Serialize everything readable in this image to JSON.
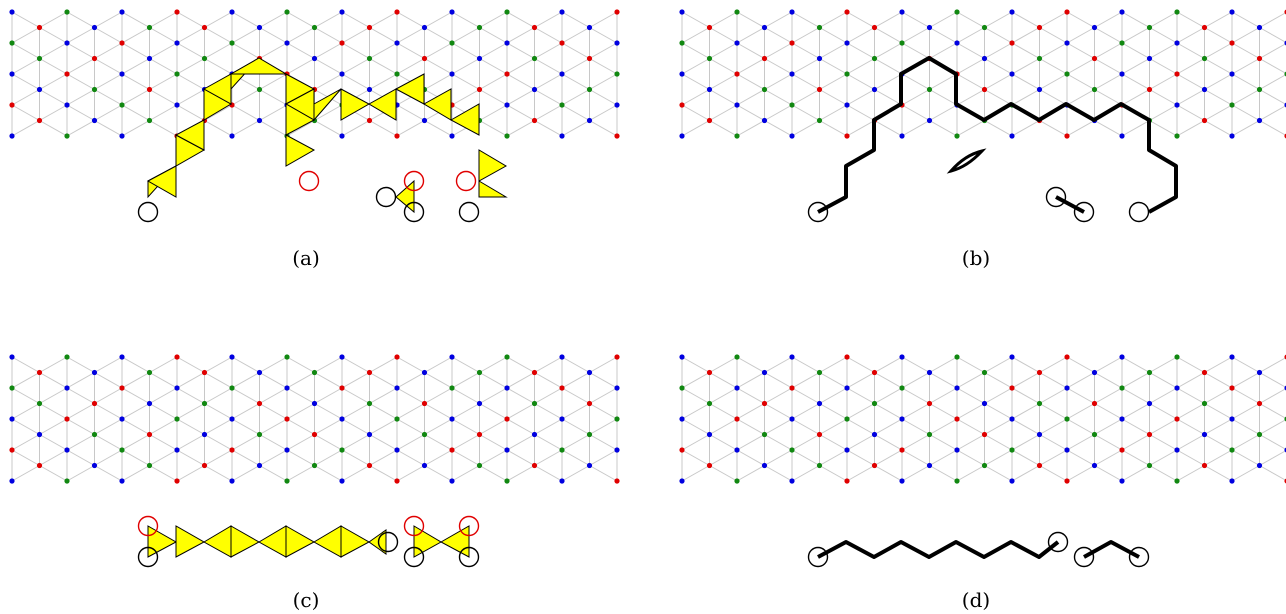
{
  "captions": {
    "a": "(a)",
    "b": "(b)",
    "c": "(c)",
    "d": "(d)"
  },
  "colors": {
    "lattice_edge": "#c8c8c8",
    "node_red": "#e00000",
    "node_green": "#118811",
    "node_blue": "#0000e0",
    "triangle_fill": "#ffff00",
    "path": "#000000",
    "marker_black": "#000000",
    "marker_red": "#e00000"
  },
  "icons": {
    "black_circle": "endpoint-circle-icon",
    "red_circle": "defect-circle-icon",
    "lens": "loop-lens-icon"
  }
}
